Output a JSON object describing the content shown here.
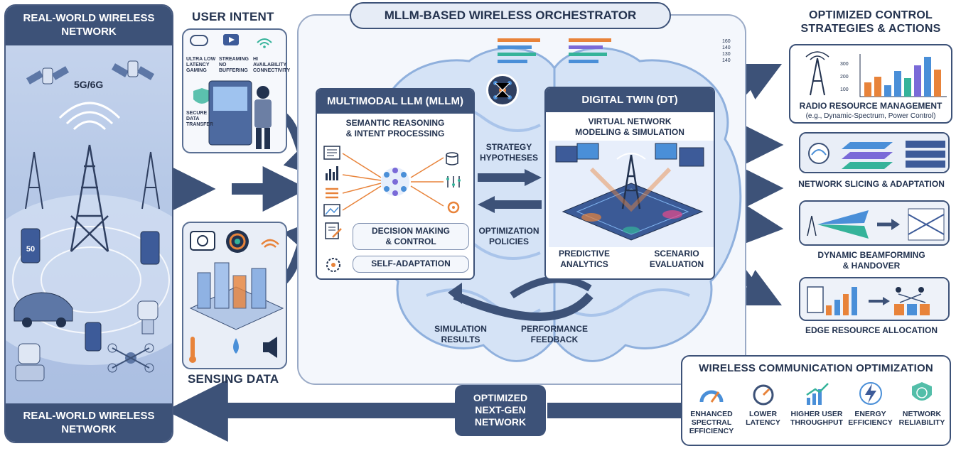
{
  "left_panel": {
    "top_title": "REAL-WORLD WIRELESS NETWORK",
    "gen_label": "5G/6G",
    "bottom_title": "REAL-WORLD WIRELESS NETWORK",
    "phone_text": "50"
  },
  "user_intent": {
    "title": "USER INTENT",
    "labels": [
      "ULTRA LOW LATENCY GAMING",
      "STREAMING NO BUFFERING",
      "HI AVAILABILITY CONNECTIVITY",
      "SECURE DATA TRANSFER"
    ]
  },
  "sensing": {
    "title": "SENSING DATA"
  },
  "orchestrator": {
    "title": "MLLM-BASED WIRELESS ORCHESTRATOR",
    "mllm": {
      "title": "MULTIMODAL LLM (MLLM)",
      "subtitle_1": "SEMANTIC REASONING",
      "subtitle_2": "& INTENT PROCESSING",
      "decision_1": "DECISION MAKING",
      "decision_2": "& CONTROL",
      "self_adapt": "SELF-ADAPTATION"
    },
    "dt": {
      "title": "DIGITAL TWIN (DT)",
      "subtitle_1": "VIRTUAL NETWORK",
      "subtitle_2": "MODELING & SIMULATION",
      "predictive_1": "PREDICTIVE",
      "predictive_2": "ANALYTICS",
      "scenario_1": "SCENARIO",
      "scenario_2": "EVALUATION"
    },
    "strategy_1": "STRATEGY",
    "strategy_2": "HYPOTHESES",
    "optimization_1": "OPTIMIZATION",
    "optimization_2": "POLICIES",
    "simulation_1": "SIMULATION",
    "simulation_2": "RESULTS",
    "performance_1": "PERFORMANCE",
    "performance_2": "FEEDBACK",
    "top_ticks": [
      "160",
      "140",
      "130",
      "140"
    ]
  },
  "next_gen": {
    "line1": "OPTIMIZED",
    "line2": "NEXT-GEN",
    "line3": "NETWORK"
  },
  "optimized": {
    "title_1": "OPTIMIZED CONTROL",
    "title_2": "STRATEGIES & ACTIONS",
    "radio": {
      "title": "RADIO RESOURCE MANAGEMENT",
      "subtitle": "(e.g., Dynamic-Spectrum, Power Control)",
      "ticks": [
        "300",
        "200",
        "100"
      ]
    },
    "slicing": {
      "title": "NETWORK SLICING & ADAPTATION"
    },
    "beam": {
      "title_1": "DYNAMIC BEAMFORMING",
      "title_2": "& HANDOVER"
    },
    "edge": {
      "title": "EDGE RESOURCE ALLOCATION"
    }
  },
  "wco": {
    "title": "WIRELESS COMMUNICATION OPTIMIZATION",
    "metrics": [
      {
        "l1": "ENHANCED",
        "l2": "SPECTRAL",
        "l3": "EFFICIENCY"
      },
      {
        "l1": "LOWER",
        "l2": "LATENCY",
        "l3": ""
      },
      {
        "l1": "HIGHER USER",
        "l2": "THROUGHPUT",
        "l3": ""
      },
      {
        "l1": "ENERGY",
        "l2": "EFFICIENCY",
        "l3": ""
      },
      {
        "l1": "NETWORK",
        "l2": "RELIABILITY",
        "l3": ""
      }
    ]
  },
  "colors": {
    "navy": "#3d5278",
    "accent_orange": "#e8833a",
    "accent_blue": "#4a8fd8",
    "accent_teal": "#35b39a"
  }
}
